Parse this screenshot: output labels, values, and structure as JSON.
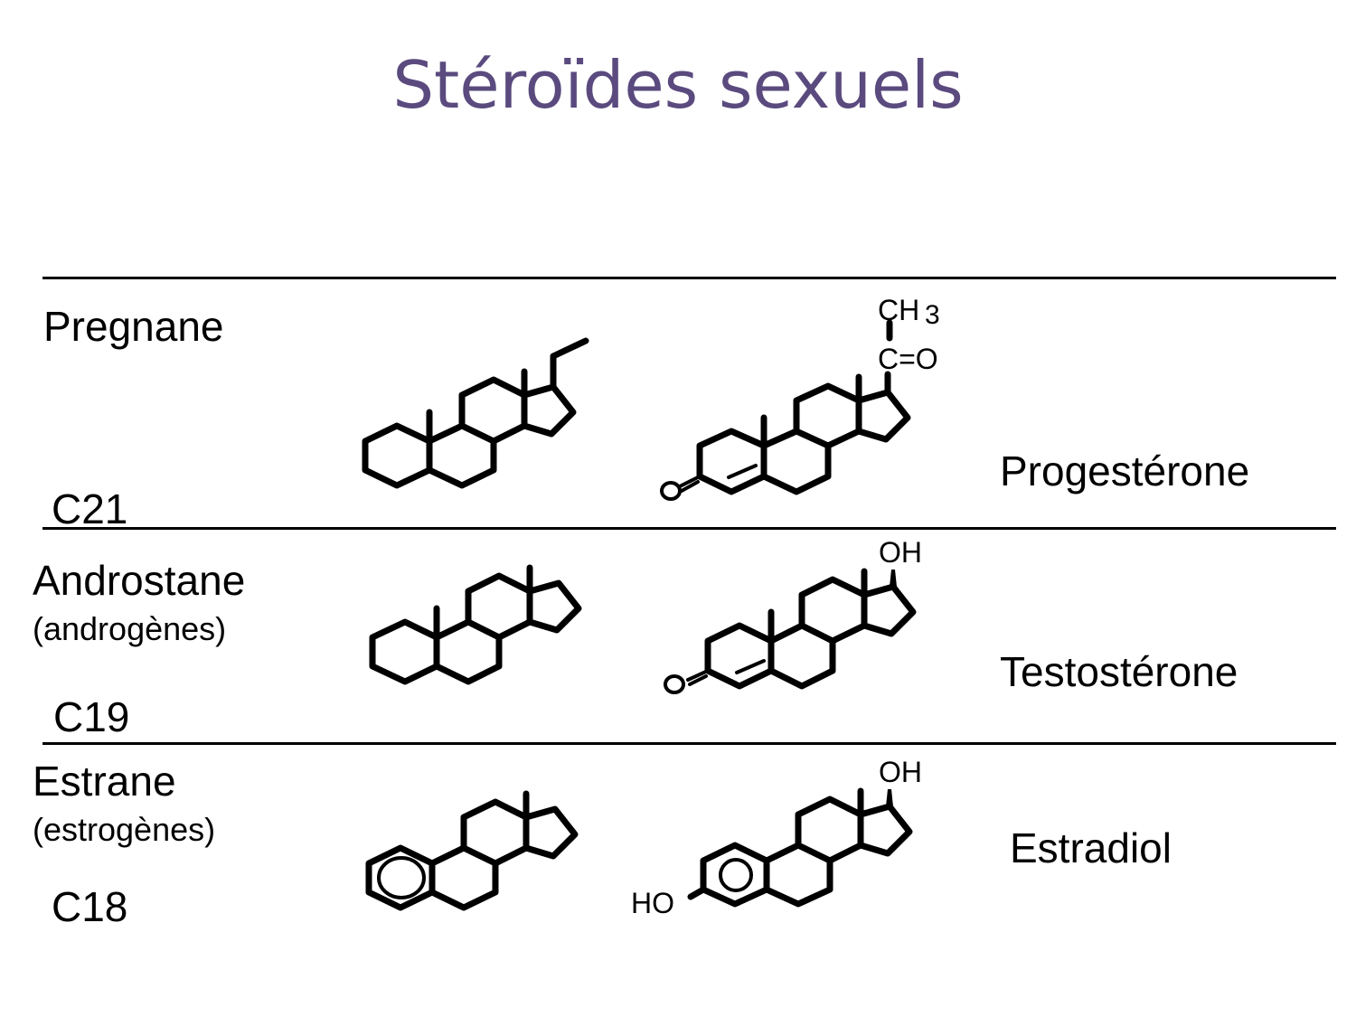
{
  "title": "Stéroïdes sexuels",
  "colors": {
    "title": "#5a4a7e",
    "ink": "#000000",
    "background": "#ffffff"
  },
  "rows": [
    {
      "family": "Pregnane",
      "carbons": "C21",
      "hormone": "Progestérone",
      "substituents": {
        "top_a": "CH",
        "top_sub": "3",
        "top_b": "C=O",
        "ketone": "O"
      }
    },
    {
      "family": "Androstane",
      "family_note": "(androgènes)",
      "carbons": "C19",
      "hormone": "Testostérone",
      "substituents": {
        "top": "OH",
        "ketone": "O"
      }
    },
    {
      "family": "Estrane",
      "family_note": "(estrogènes)",
      "carbons": "C18",
      "hormone": "Estradiol",
      "substituents": {
        "top": "OH",
        "left": "HO"
      }
    }
  ]
}
